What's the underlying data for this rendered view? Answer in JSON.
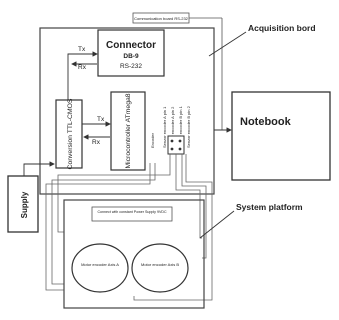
{
  "acquisition_board": {
    "caption": "Acquisition bord",
    "top_tag": "Communication board RS-232"
  },
  "connector": {
    "title": "Connector",
    "subtitle": "DB-9",
    "standard": "RS-232",
    "tx": "Tx",
    "rx": "Rx"
  },
  "conversion": {
    "label": "Conversion TTL-CMOS"
  },
  "microcontroller": {
    "label": "Microcontroller ATmega8",
    "tx": "Tx",
    "rx": "Rx"
  },
  "encoder_port": {
    "label": "Encoder",
    "pins": [
      "Senzor encoder A pin 1",
      "Senzor encoder A pin 2",
      "Senzor encoder B pin 1",
      "Senzor encoder B pin 2"
    ]
  },
  "notebook": {
    "label": "Notebook"
  },
  "supply": {
    "label": "Supply"
  },
  "system_platform": {
    "caption": "System platform",
    "inner_label": "Connect with constant Power Supply 9VDC",
    "motor_a": "Motor encoder Axis A",
    "motor_b": "Motor encoder Axis B"
  }
}
